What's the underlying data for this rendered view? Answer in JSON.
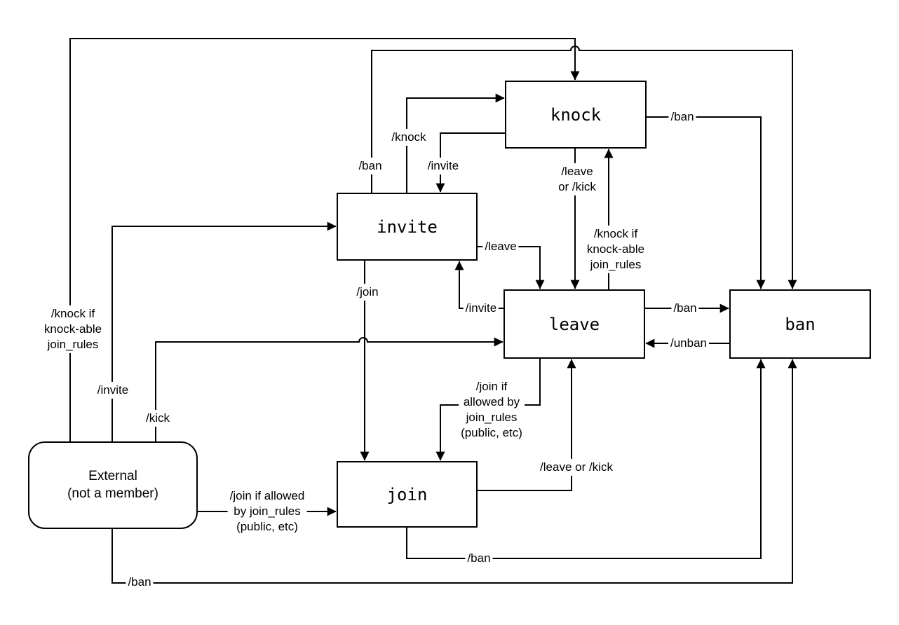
{
  "diagram": {
    "nodes": {
      "knock": {
        "label": "knock"
      },
      "invite": {
        "label": "invite"
      },
      "leave": {
        "label": "leave"
      },
      "ban": {
        "label": "ban"
      },
      "join": {
        "label": "join"
      },
      "external": {
        "label": "External\n(not a member)"
      }
    },
    "edges": {
      "external_knock": {
        "label": "/knock if\nknock-able\njoin_rules"
      },
      "external_invite": {
        "label": "/invite"
      },
      "external_leave": {
        "label": "/kick"
      },
      "external_join": {
        "label": "/join if allowed\nby join_rules\n(public, etc)"
      },
      "external_ban": {
        "label": "/ban"
      },
      "invite_knock": {
        "label": "/knock"
      },
      "knock_invite": {
        "label": "/invite"
      },
      "invite_ban": {
        "label": "/ban"
      },
      "knock_ban": {
        "label": "/ban"
      },
      "knock_leave": {
        "label": "/leave\nor /kick"
      },
      "leave_knock": {
        "label": "/knock if\nknock-able\njoin_rules"
      },
      "invite_leave": {
        "label": "/leave"
      },
      "leave_invite": {
        "label": "/invite"
      },
      "leave_ban": {
        "label": "/ban"
      },
      "ban_leave": {
        "label": "/unban"
      },
      "invite_join": {
        "label": "/join"
      },
      "leave_join": {
        "label": "/join if\nallowed by\njoin_rules\n(public, etc)"
      },
      "join_leave": {
        "label": "/leave or /kick"
      },
      "join_ban": {
        "label": "/ban"
      }
    }
  }
}
